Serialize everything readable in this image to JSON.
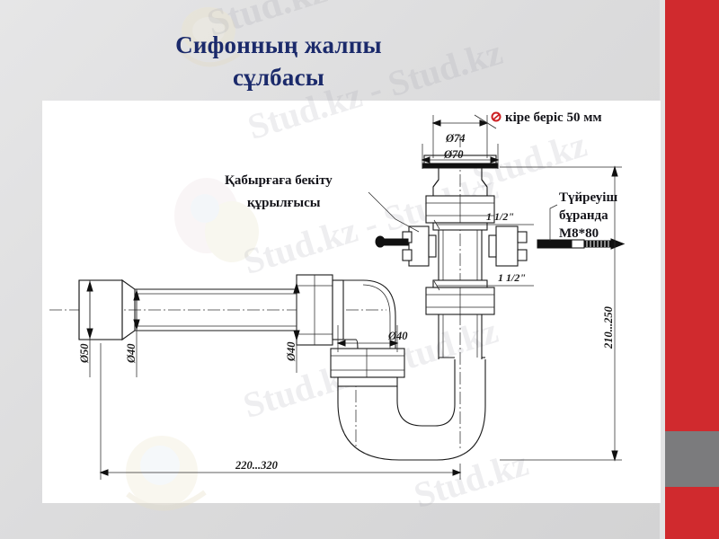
{
  "slide": {
    "title_line1": "Сифонның жалпы",
    "title_line2": "сұлбасы",
    "title_color": "#1b2a6b",
    "accent_color": "#d02a2e",
    "accent_secondary_color": "#7b7b7d",
    "background_color": "#dededf",
    "panel_color": "#ffffff"
  },
  "callouts": {
    "inlet": "кіре беріс 50 мм",
    "wall_mount_line1": "Қабырғаға бекіту",
    "wall_mount_line2": "құрылғысы",
    "pin_screw_line1": "Түйреуіш",
    "pin_screw_line2": "бұранда",
    "pin_screw_line3": "M8*80",
    "inlet_marker_color": "#cc1f22"
  },
  "dimensions": {
    "d74": "Ø74",
    "d70": "Ø70",
    "d50": "Ø50",
    "d40_left": "Ø40",
    "d40_mid": "Ø40",
    "d40_outlet": "Ø40",
    "thread_upper": "1 1/2\"",
    "thread_lower": "1 1/2\"",
    "height_range": "210...250",
    "length_range": "220...320"
  },
  "watermarks": [
    "Stud.kz",
    "Stud.kz - Stud.kz",
    "Stud.kz - Stud.kz",
    "Stud.kz",
    "Stud.kz - Stud.kz",
    "Stud.kz"
  ]
}
